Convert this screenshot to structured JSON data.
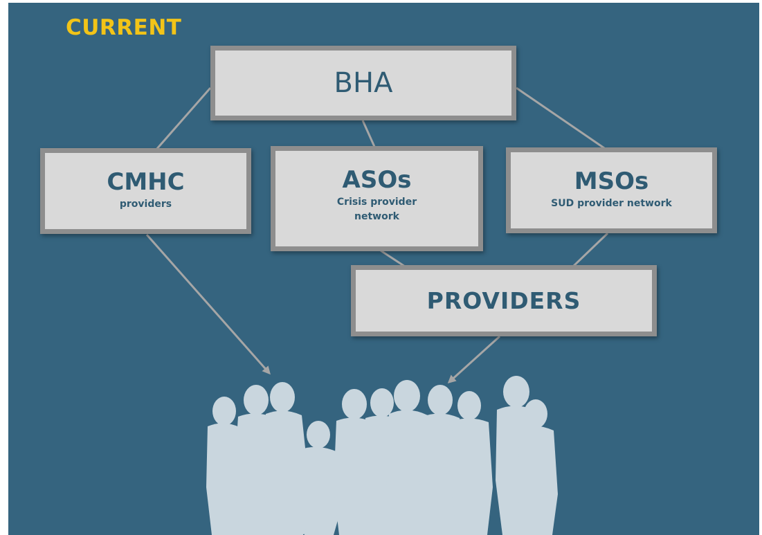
{
  "heading": "CURRENT",
  "colors": {
    "background": "#35647f",
    "heading": "#f2c418",
    "box_fill": "#d9d9d9",
    "box_border": "#8e8e8e",
    "box_text": "#2f5b73",
    "connector": "#a6a6a6",
    "crowd": "#c9d6de"
  },
  "nodes": {
    "bha": {
      "label": "BHA"
    },
    "cmhc": {
      "label": "CMHC",
      "sub": "providers"
    },
    "asos": {
      "label": "ASOs",
      "sub_line1": "Crisis provider",
      "sub_line2": "network"
    },
    "msos": {
      "label": "MSOs",
      "sub": "SUD provider network"
    },
    "providers": {
      "label": "PROVIDERS"
    }
  },
  "edges": [
    {
      "from": "bha",
      "to": "cmhc",
      "arrow": false
    },
    {
      "from": "bha",
      "to": "asos",
      "arrow": false
    },
    {
      "from": "bha",
      "to": "msos",
      "arrow": false
    },
    {
      "from": "asos",
      "to": "providers",
      "arrow": false
    },
    {
      "from": "msos",
      "to": "providers",
      "arrow": false
    },
    {
      "from": "cmhc",
      "to": "people",
      "arrow": true
    },
    {
      "from": "providers",
      "to": "people",
      "arrow": true
    }
  ],
  "people_icon": "crowd-silhouette-icon"
}
